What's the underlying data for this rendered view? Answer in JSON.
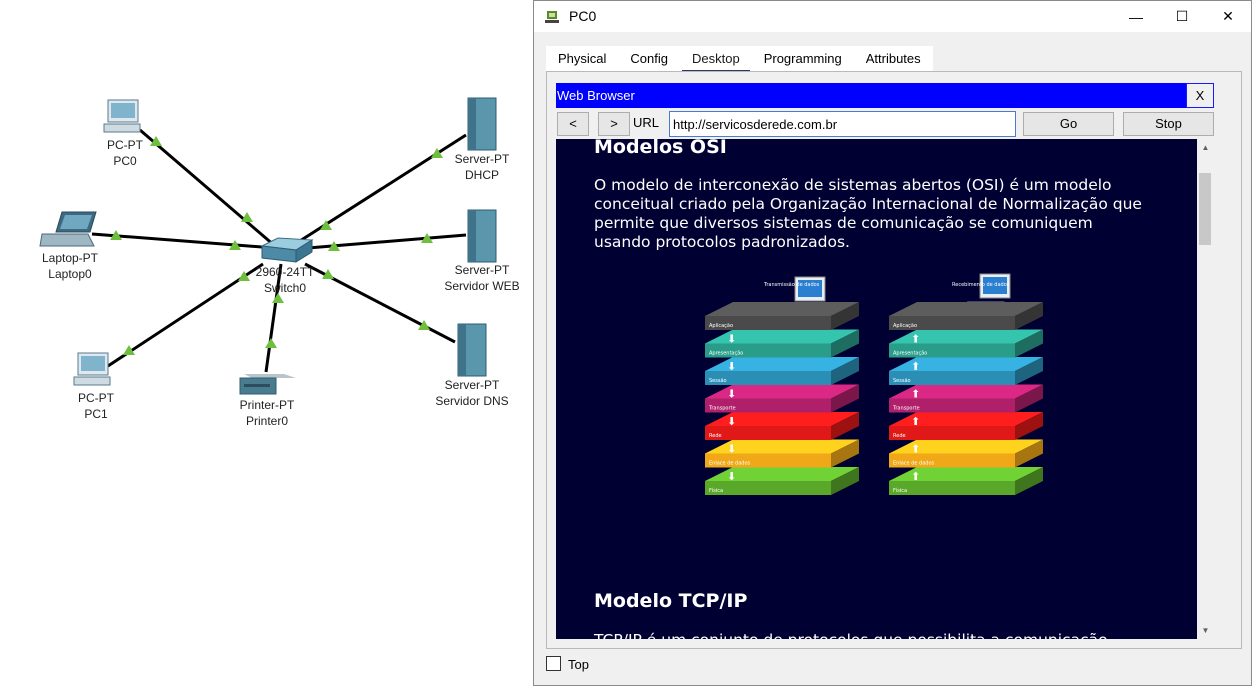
{
  "topology": {
    "devices": [
      {
        "name": "PC0",
        "model": "PC-PT",
        "type": "pc"
      },
      {
        "name": "Laptop0",
        "model": "Laptop-PT",
        "type": "laptop"
      },
      {
        "name": "PC1",
        "model": "PC-PT",
        "type": "pc"
      },
      {
        "name": "Switch0",
        "model": "2960-24TT",
        "type": "switch"
      },
      {
        "name": "Printer0",
        "model": "Printer-PT",
        "type": "printer"
      },
      {
        "name": "DHCP",
        "model": "Server-PT",
        "type": "server"
      },
      {
        "name": "Servidor WEB",
        "model": "Server-PT",
        "type": "server"
      },
      {
        "name": "Servidor DNS",
        "model": "Server-PT",
        "type": "server"
      }
    ],
    "link_status_color": "#6fbf3f"
  },
  "window": {
    "title": "PC0",
    "minimize": "—",
    "maximize": "☐",
    "close": "✕",
    "tabs": [
      {
        "label": "Physical",
        "active": false
      },
      {
        "label": "Config",
        "active": false
      },
      {
        "label": "Desktop",
        "active": true
      },
      {
        "label": "Programming",
        "active": false
      },
      {
        "label": "Attributes",
        "active": false
      }
    ],
    "top_checkbox_label": "Top"
  },
  "browser": {
    "title": "Web Browser",
    "close_label": "X",
    "back_label": "<",
    "forward_label": ">",
    "url_label": "URL",
    "url_value": "http://servicosderede.com.br",
    "go_label": "Go",
    "stop_label": "Stop",
    "title_bar_color": "#0000ff",
    "page_background": "#000033"
  },
  "page": {
    "heading1": "Modelos OSI",
    "paragraph1": [
      "O modelo de interconexão de sistemas abertos (OSI) é um modelo",
      "conceitual criado pela Organização Internacional de Normalização que",
      "permite que diversos sistemas de comunicação se comuniquem",
      "usando protocolos padronizados."
    ],
    "heading2": "Modelo TCP/IP",
    "paragraph2": "TCP/IP é um conjunto de protocolos que possibilita a comunicação",
    "osi_diagram": {
      "send_caption": "Transmissão de dados",
      "receive_caption": "Recebimento de dados",
      "layers": [
        {
          "name": "Aplicação",
          "color": "#4a4a4a"
        },
        {
          "name": "Apresentação",
          "color": "#2a9d8a"
        },
        {
          "name": "Sessão",
          "color": "#2b8fb5"
        },
        {
          "name": "Transporte",
          "color": "#b0206a"
        },
        {
          "name": "Rede",
          "color": "#e01818"
        },
        {
          "name": "Enlace de dados",
          "color": "#f0a818"
        },
        {
          "name": "Física",
          "color": "#5aa82a"
        }
      ]
    }
  }
}
